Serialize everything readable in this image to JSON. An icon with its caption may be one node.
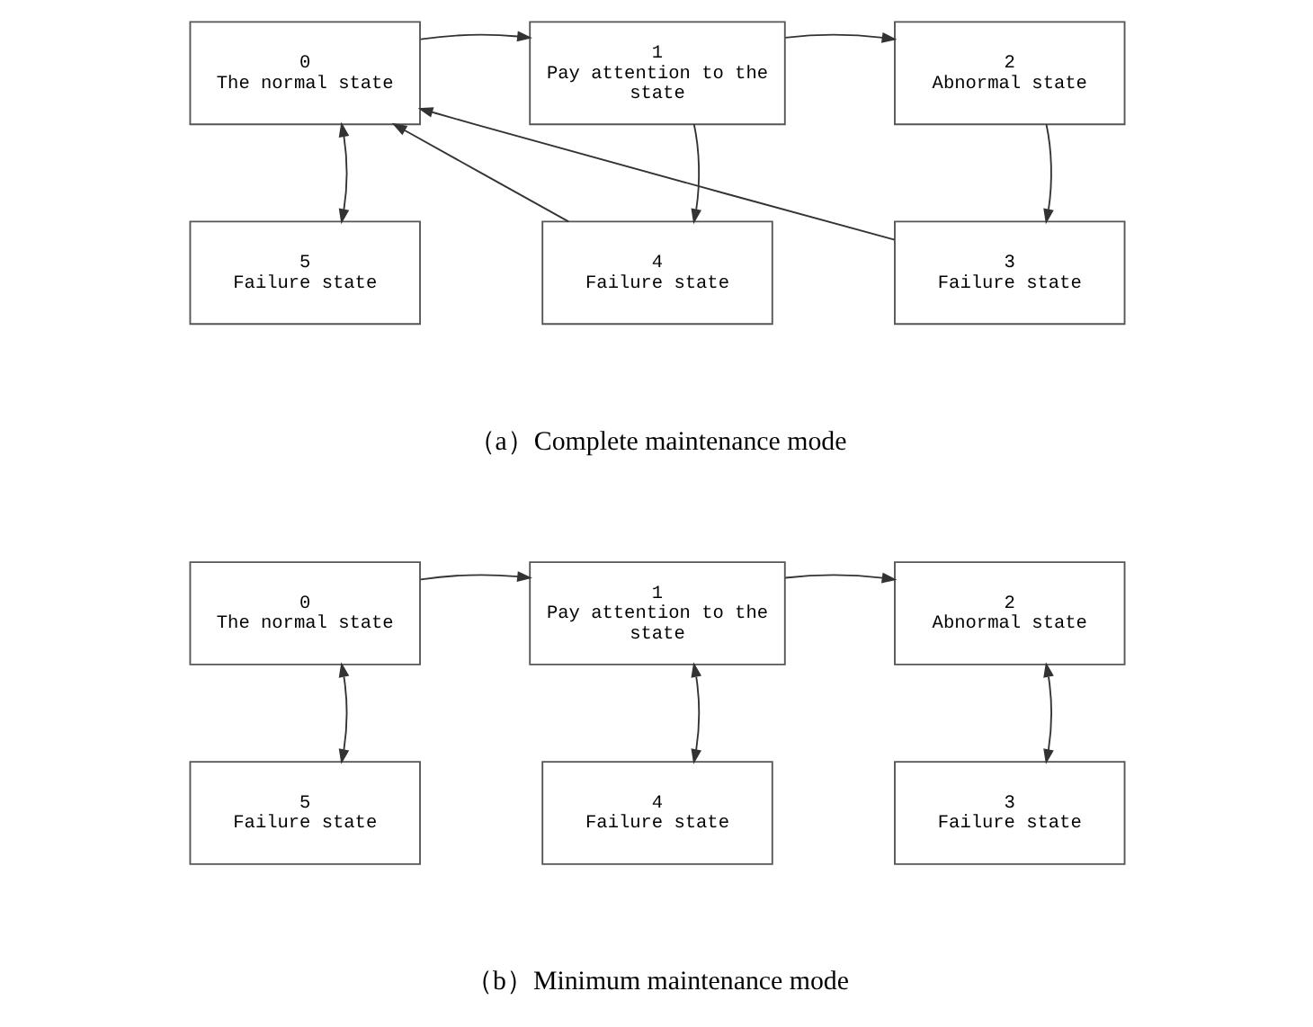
{
  "diagram": {
    "nodes": [
      {
        "text": [
          "0",
          "The normal state"
        ]
      },
      {
        "text": [
          "1",
          "Pay attention to the state"
        ]
      },
      {
        "text": [
          "2",
          "Abnormal state"
        ]
      },
      {
        "text": [
          "3",
          "Failure state"
        ]
      },
      {
        "text": [
          "4",
          "Failure state"
        ]
      },
      {
        "text": [
          "5",
          "Failure state"
        ]
      },
      {
        "text": [
          "0",
          "The normal state"
        ]
      },
      {
        "text": [
          "1",
          "Pay attention to the state"
        ]
      },
      {
        "text": [
          "2",
          "Abnormal state"
        ]
      },
      {
        "text": [
          "3",
          "Failure state"
        ]
      },
      {
        "text": [
          "4",
          "Failure state"
        ]
      },
      {
        "text": [
          "5",
          "Failure state"
        ]
      }
    ],
    "edges": [
      {
        "from": 0,
        "to": 1,
        "arrow": "to"
      },
      {
        "from": 1,
        "to": 2,
        "arrow": "to"
      },
      {
        "from": 0,
        "to": 5,
        "arrow": "both"
      },
      {
        "from": 1,
        "to": 4,
        "arrow": "to"
      },
      {
        "from": 4,
        "to": 0,
        "arrow": "to"
      },
      {
        "from": 2,
        "to": 3,
        "arrow": "to"
      },
      {
        "from": 3,
        "to": 0,
        "arrow": "to"
      },
      {
        "from": 6,
        "to": 7,
        "arrow": "to"
      },
      {
        "from": 7,
        "to": 8,
        "arrow": "to"
      },
      {
        "from": 6,
        "to": 11,
        "arrow": "both"
      },
      {
        "from": 7,
        "to": 10,
        "arrow": "both"
      },
      {
        "from": 8,
        "to": 9,
        "arrow": "both"
      }
    ],
    "labels": [
      "（a）Complete maintenance mode",
      "（b）Minimum maintenance mode"
    ]
  }
}
